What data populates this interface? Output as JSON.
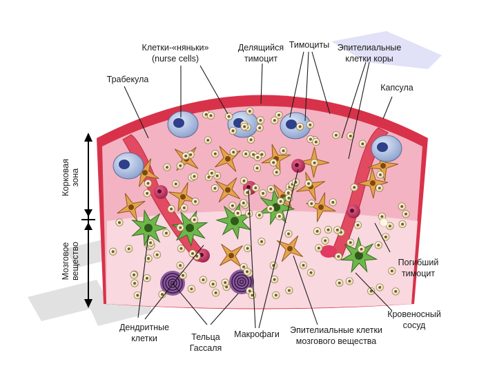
{
  "labels": {
    "nurse_cells_1": "Клетки-«няньки»",
    "nurse_cells_2": "(nurse cells)",
    "dividing_1": "Делящийся",
    "dividing_2": "тимоцит",
    "thymocytes": "Тимоциты",
    "epi_cortex_1": "Эпителиальные",
    "epi_cortex_2": "клетки коры",
    "trabecula": "Трабекула",
    "capsule": "Капсула",
    "cortex_1": "Корковая",
    "cortex_2": "зона",
    "medulla_1": "Мозговое",
    "medulla_2": "вещество",
    "dead_1": "Погибший",
    "dead_2": "тимоцит",
    "vessel_1": "Кровеносный",
    "vessel_2": "сосуд",
    "dendritic_1": "Дендритные",
    "dendritic_2": "клетки",
    "hassall_1": "Тельца",
    "hassall_2": "Гассаля",
    "macrophages": "Макрофаги",
    "epi_medulla_1": "Эпителиальные клетки",
    "epi_medulla_2": "мозгового вещества"
  },
  "colors": {
    "capsule": "#d8324a",
    "cortex": "#f4b3c2",
    "medulla": "#f9d8df",
    "thymocyte": "#f4ecd0",
    "thymocyte_nucleus": "#7a5a28",
    "epithelial": "#e6a34a",
    "dendritic": "#6fb64a",
    "macrophage": "#b8285a",
    "nurse_cell": "#9fb4dc",
    "hassall": "#6a3a7a"
  }
}
